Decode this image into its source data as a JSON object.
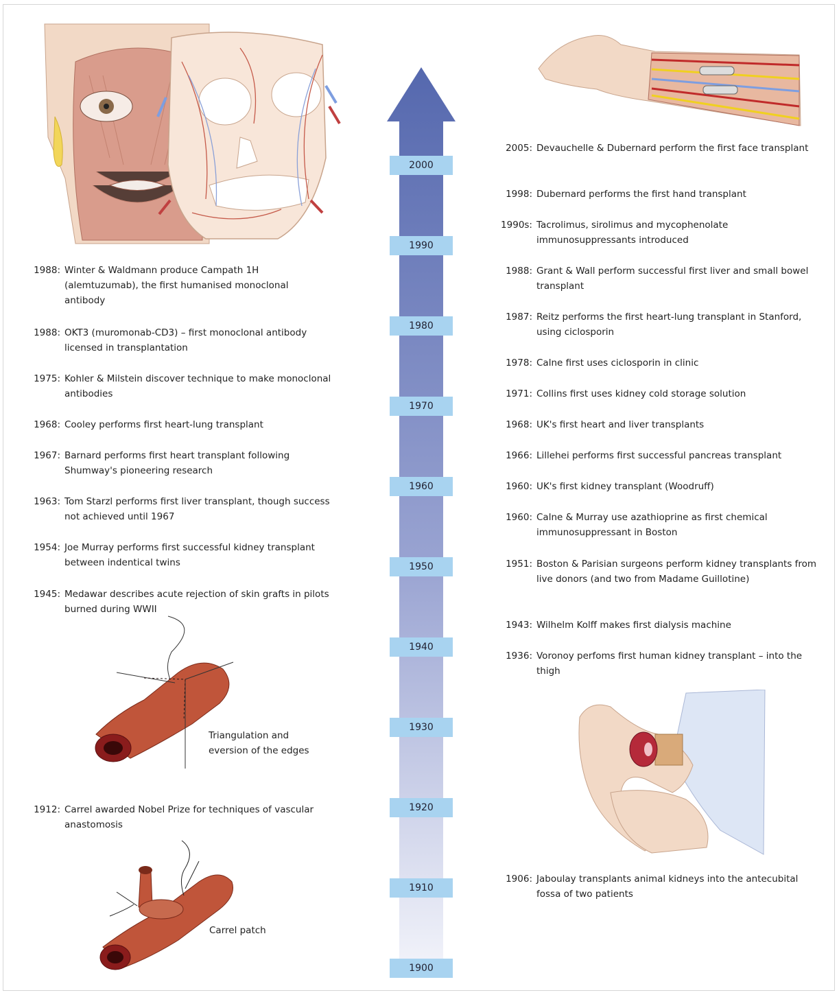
{
  "timeline": {
    "ticks": [
      "2000",
      "1990",
      "1980",
      "1970",
      "1960",
      "1950",
      "1940",
      "1930",
      "1920",
      "1910",
      "1900"
    ],
    "arrow_color_top": "#5a6eb4",
    "tick_color": "#a8d3f0"
  },
  "left_events": [
    {
      "year": "1988:",
      "text": "Winter & Waldmann produce Campath 1H (alemtuzumab), the first humanised monoclonal  antibody"
    },
    {
      "year": "1988:",
      "text": "OKT3 (muromonab-CD3) – first monoclonal antibody licensed in transplantation"
    },
    {
      "year": "1975:",
      "text": "Kohler & Milstein discover technique to make monoclonal antibodies"
    },
    {
      "year": "1968:",
      "text": "Cooley performs first heart-lung transplant"
    },
    {
      "year": "1967:",
      "text": "Barnard performs first heart transplant following Shumway's pioneering research"
    },
    {
      "year": "1963:",
      "text": "Tom Starzl performs first liver transplant, though success not achieved until 1967"
    },
    {
      "year": "1954:",
      "text": "Joe Murray performs first successful kidney transplant between indentical twins"
    },
    {
      "year": "1945:",
      "text": "Medawar describes acute rejection of skin grafts in pilots burned during WWII"
    },
    {
      "year": "1912:",
      "text": "Carrel awarded Nobel Prize for techniques of vascular anastomosis"
    }
  ],
  "right_events": [
    {
      "year": "2005:",
      "text": "Devauchelle & Dubernard perform the first face transplant"
    },
    {
      "year": "1998:",
      "text": "Dubernard performs the first hand transplant"
    },
    {
      "year": "1990s:",
      "text": "Tacrolimus, sirolimus and mycophenolate immunosuppressants introduced"
    },
    {
      "year": "1988:",
      "text": "Grant & Wall perform successful first liver and small bowel transplant"
    },
    {
      "year": "1987:",
      "text": "Reitz performs the first heart-lung transplant in Stanford, using ciclosporin"
    },
    {
      "year": "1978:",
      "text": "Calne first uses ciclosporin in clinic"
    },
    {
      "year": "1971:",
      "text": "Collins first uses kidney cold storage solution"
    },
    {
      "year": "1968:",
      "text": "UK's first heart and liver transplants"
    },
    {
      "year": "1966:",
      "text": "Lillehei performs first successful pancreas transplant"
    },
    {
      "year": "1960:",
      "text": "UK's first kidney transplant (Woodruff)"
    },
    {
      "year": "1960:",
      "text": "Calne & Murray use azathioprine as first chemical immunosuppressant in Boston"
    },
    {
      "year": "1951:",
      "text": "Boston & Parisian surgeons perform kidney transplants from live donors (and two from Madame Guillotine)"
    },
    {
      "year": "1943:",
      "text": "Wilhelm Kolff makes first dialysis machine"
    },
    {
      "year": "1936:",
      "text": "Voronoy perfoms first human kidney transplant – into the thigh"
    },
    {
      "year": "1906:",
      "text": "Jaboulay transplants animal kidneys into the antecubital fossa of two patients"
    }
  ],
  "captions": {
    "triangulation": "Triangulation and eversion of the edges",
    "carrel_patch": "Carrel patch"
  },
  "illustrations": [
    "face-transplant-illustration",
    "hand-transplant-illustration",
    "vessel-triangulation-illustration",
    "carrel-patch-illustration",
    "thigh-kidney-illustration"
  ]
}
